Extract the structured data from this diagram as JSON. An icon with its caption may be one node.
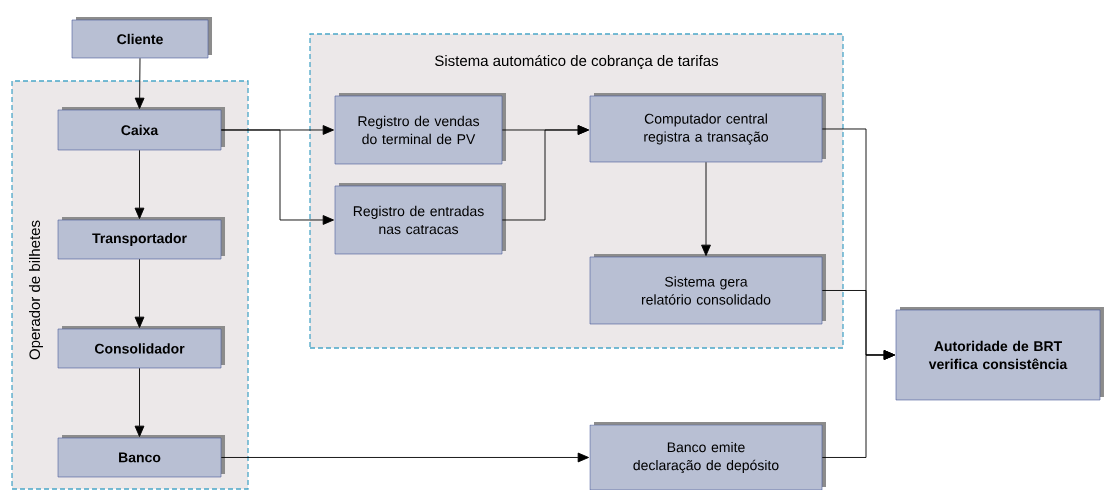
{
  "diagram": {
    "nodes": [
      {
        "text": [
          "Operador de bilhetes"
        ]
      },
      {
        "text": [
          "Cliente"
        ]
      },
      {
        "text": [
          "Caixa"
        ],
        "in": 0
      },
      {
        "text": [
          "Transportador"
        ],
        "in": 0
      },
      {
        "text": [
          "Consolidador"
        ],
        "in": 0
      },
      {
        "text": [
          "Banco"
        ],
        "in": 0
      },
      {
        "text": [
          "Sistema automático de cobrança de tarifas"
        ]
      },
      {
        "text": [
          "Registro de vendas do terminal de PV"
        ],
        "in": 6
      },
      {
        "text": [
          "Registro de entradas nas catracas"
        ],
        "in": 6
      },
      {
        "text": [
          "Computador central registra a transação"
        ],
        "in": 6
      },
      {
        "text": [
          "Sistema gera relatório consolidado"
        ],
        "in": 6
      },
      {
        "text": [
          "Banco emite declaração de depósito"
        ]
      },
      {
        "text": [
          "Autoridade de BRT verifica consistência"
        ]
      }
    ],
    "edges": [
      {
        "from": 1,
        "to": 2,
        "arrow": "to"
      },
      {
        "from": 2,
        "to": 3,
        "arrow": "to"
      },
      {
        "from": 3,
        "to": 4,
        "arrow": "to"
      },
      {
        "from": 4,
        "to": 5,
        "arrow": "to"
      },
      {
        "from": 2,
        "to": 7,
        "arrow": "to"
      },
      {
        "from": 2,
        "to": 8,
        "arrow": "to"
      },
      {
        "from": 7,
        "to": 9,
        "arrow": "to"
      },
      {
        "from": 8,
        "to": 9,
        "arrow": "to"
      },
      {
        "from": 9,
        "to": 10,
        "arrow": "to"
      },
      {
        "from": 9,
        "to": 12,
        "arrow": "to"
      },
      {
        "from": 10,
        "to": 12,
        "arrow": "to"
      },
      {
        "from": 11,
        "to": 12,
        "arrow": "to"
      },
      {
        "from": 5,
        "to": 11,
        "arrow": "to"
      }
    ]
  }
}
